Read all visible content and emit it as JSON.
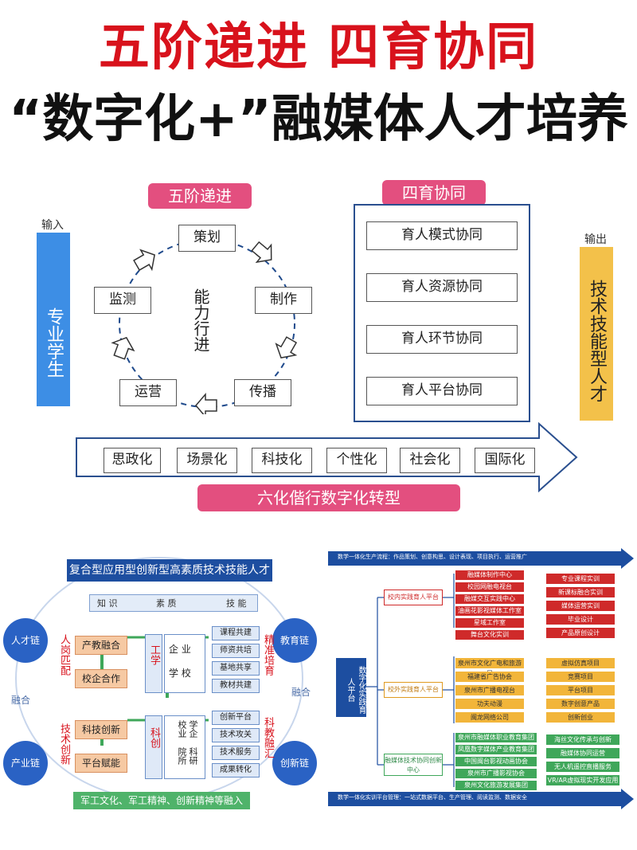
{
  "titles": {
    "line1": "五阶递进 四育协同",
    "line2": "“数字化+”融媒体人才培养"
  },
  "upper": {
    "five_stage_label": "五阶递进",
    "four_edu_label": "四育协同",
    "input_label": "输入",
    "output_label": "输出",
    "input_bar": "专业学生",
    "output_bar": "技术技能型人才",
    "cycle_center": "能力行进",
    "cycle_nodes": [
      "策划",
      "制作",
      "传播",
      "运营",
      "监测"
    ],
    "four_items": [
      "育人模式协同",
      "育人资源协同",
      "育人环节协同",
      "育人平台协同"
    ],
    "six_items": [
      "思政化",
      "场景化",
      "科技化",
      "个性化",
      "社会化",
      "国际化"
    ],
    "six_label": "六化偕行数字化转型"
  },
  "lower_left": {
    "top_banner": "复合型应用型创新型高素质技术技能人才",
    "kv_row": [
      "知 识",
      "素 质",
      "技 能"
    ],
    "circles": {
      "talent": "人才链",
      "education": "教育链",
      "industry": "产业链",
      "innovation": "创新链"
    },
    "fuse_left": "融合",
    "fuse_right": "融合",
    "left_red_top": "人岗匹配",
    "left_red_bottom": "技术创新",
    "right_red_top": "精准培育",
    "right_red_bottom": "科教融汇",
    "orange_items": [
      "产教融合",
      "校企合作",
      "科技创新",
      "平台赋能"
    ],
    "mid_left_top": "工学",
    "mid_left_bottom": "科创",
    "mid_top_box": [
      "企 业",
      "学 校"
    ],
    "mid_bottom_cols": [
      "学企",
      "校业",
      "科研",
      "院所"
    ],
    "right_items_top": [
      "课程共建",
      "师资共培",
      "基地共享",
      "教材共建"
    ],
    "right_items_bottom": [
      "创新平台",
      "技术攻关",
      "技术服务",
      "成果转化"
    ],
    "bottom_banner": "军工文化、军工精神、创新精神等融入"
  },
  "lower_right": {
    "top_arrow": "数学一体化生产流程：作品策划、创意构思、设计表现、项目执行、运营推广",
    "bottom_arrow": "数学一体化实训平台管理：一站式数据平台、生产管理、阅读监测、数据安全",
    "left_box": "数字化实践育人平台",
    "groups": [
      {
        "label": "校内实践育人平台",
        "left": [
          "融媒体制作中心",
          "校园网融电视台",
          "融媒交互实践中心",
          "油画花影视媒体工作室",
          "星域工作室",
          "舞台文化实训"
        ],
        "right": [
          "专业课程实训",
          "新课标融合实训",
          "媒体运营实训",
          "毕业设计",
          "产品原创设计"
        ]
      },
      {
        "label": "校外实践育人平台",
        "left": [
          "泉州市文化广电和旅游局",
          "福建省广告协会",
          "泉州市广播电视台",
          "功夫动漫",
          "闽龙网络公司"
        ],
        "right": [
          "虚拟仿真项目",
          "竞赛项目",
          "平台项目",
          "数字创意产品",
          "创新创业"
        ]
      },
      {
        "label": "融媒体技术协同创新中心",
        "left": [
          "泉州市融媒体职业教育集团",
          "凤凰数字媒体产业教育集团",
          "中国闽台影视动画协会",
          "泉州市广播影视协会",
          "泉州文化旅游发展集团"
        ],
        "right": [
          "海丝文化传承与创新",
          "融媒体协同运营",
          "无人机遥控直播服务",
          "VR/AR虚拟现实开发应用"
        ]
      }
    ]
  }
}
